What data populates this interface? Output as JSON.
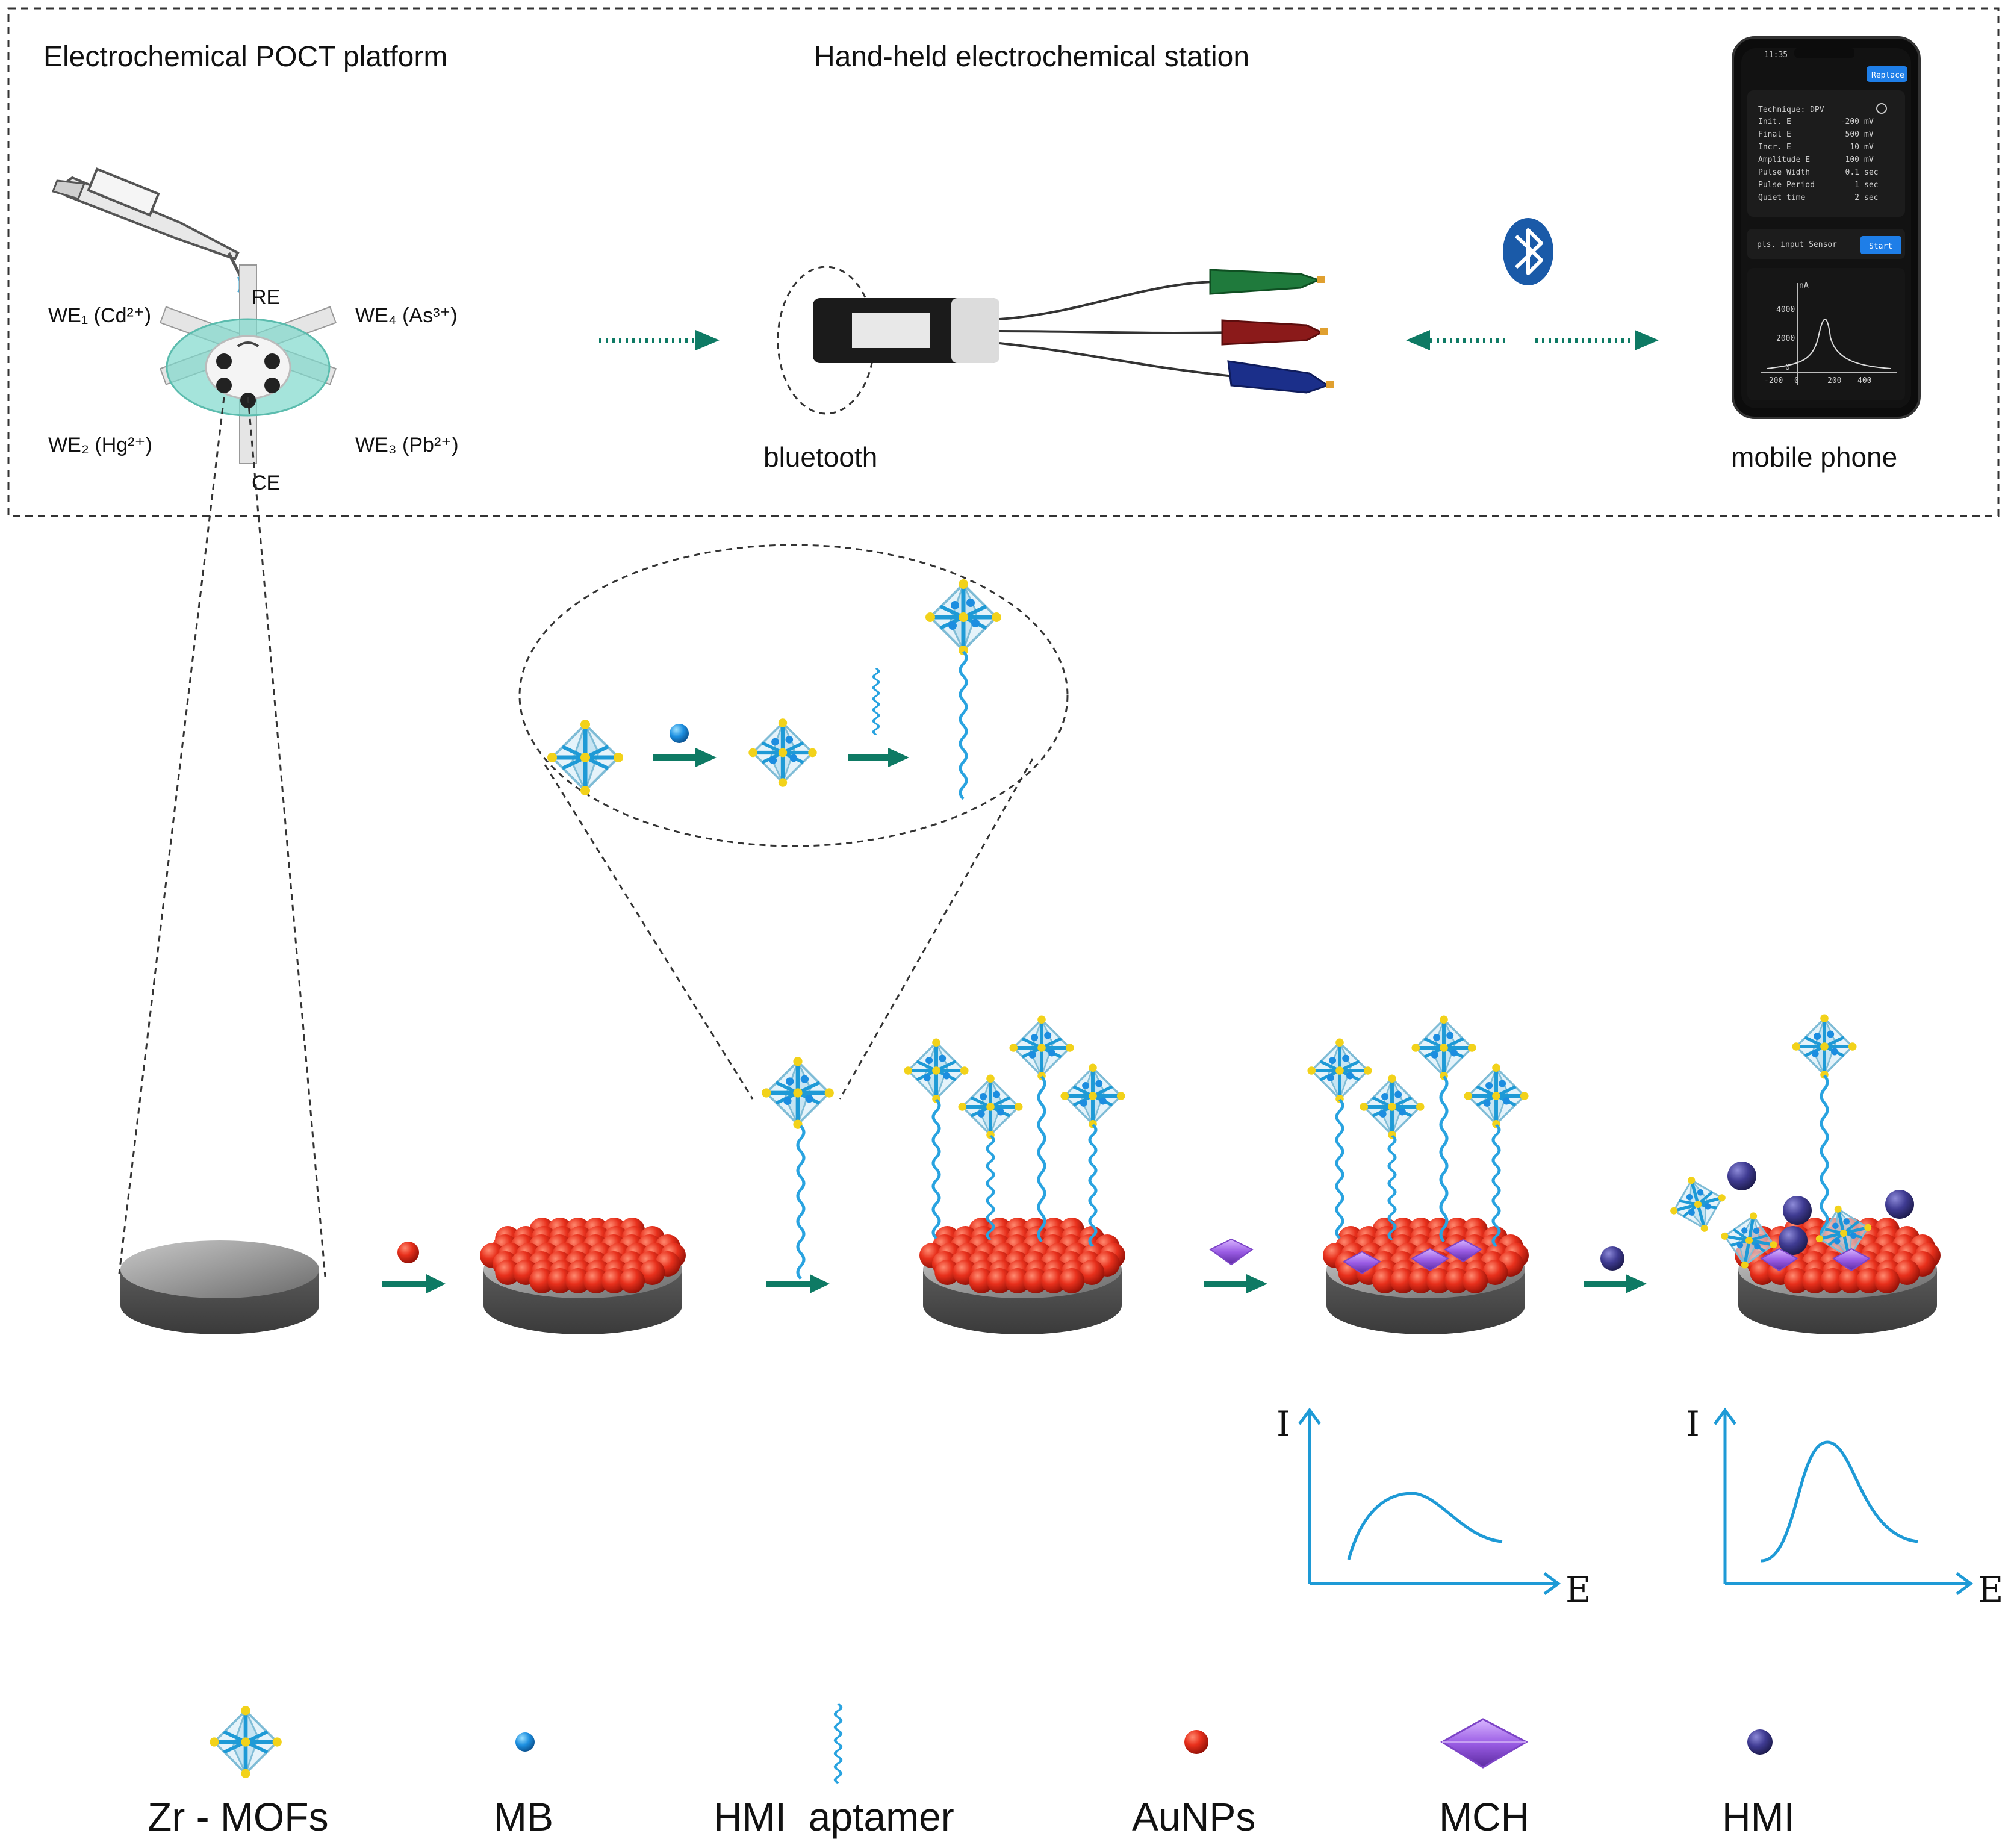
{
  "top_panel": {
    "title_left": "Electrochemical POCT platform",
    "title_center": "Hand-held electrochemical station",
    "electrodes": {
      "re": "RE",
      "ce": "CE",
      "we1": "WE₁ (Cd²⁺)",
      "we2": "WE₂ (Hg²⁺)",
      "we3": "WE₃ (Pb²⁺)",
      "we4": "WE₄ (As³⁺)"
    },
    "bluetooth_label": "bluetooth",
    "phone_label": "mobile phone",
    "phone_screen": {
      "status_time": "11:35",
      "replace_button": "Replace",
      "technique": "Technique: DPV",
      "params": [
        {
          "name": "Init. E",
          "value": "-200",
          "unit": "mV"
        },
        {
          "name": "Final E",
          "value": "500",
          "unit": "mV"
        },
        {
          "name": "Incr. E",
          "value": "10",
          "unit": "mV"
        },
        {
          "name": "Amplitude E",
          "value": "100",
          "unit": "mV"
        },
        {
          "name": "Pulse Width",
          "value": "0.1",
          "unit": "sec"
        },
        {
          "name": "Pulse Period",
          "value": "1",
          "unit": "sec"
        },
        {
          "name": "Quiet time",
          "value": "2",
          "unit": "sec"
        }
      ],
      "input_placeholder": "pls. input Sensor",
      "start_button": "Start",
      "plot_ylabel": "nA",
      "plot_yticks": [
        "4000",
        "2000",
        "0"
      ],
      "plot_xticks": [
        "-200",
        "0",
        "200",
        "400"
      ]
    }
  },
  "graphs": {
    "y_axis": "I",
    "x_axis": "E"
  },
  "legend": [
    {
      "label": "Zr - MOFs",
      "icon": "zr-mof-icon"
    },
    {
      "label": "MB",
      "icon": "mb-icon"
    },
    {
      "label": "HMI  aptamer",
      "icon": "aptamer-icon"
    },
    {
      "label": "AuNPs",
      "icon": "aunp-icon"
    },
    {
      "label": "MCH",
      "icon": "mch-icon"
    },
    {
      "label": "HMI",
      "icon": "hmi-icon"
    }
  ],
  "colors": {
    "arrow": "#0e7a64",
    "gold": "#e22a18",
    "mof": "#1e9ad6",
    "mb": "#1c8de0",
    "hmi": "#3c3a8a",
    "mch": "#9b5de5",
    "electrode_disk": "#cfd8d3"
  }
}
